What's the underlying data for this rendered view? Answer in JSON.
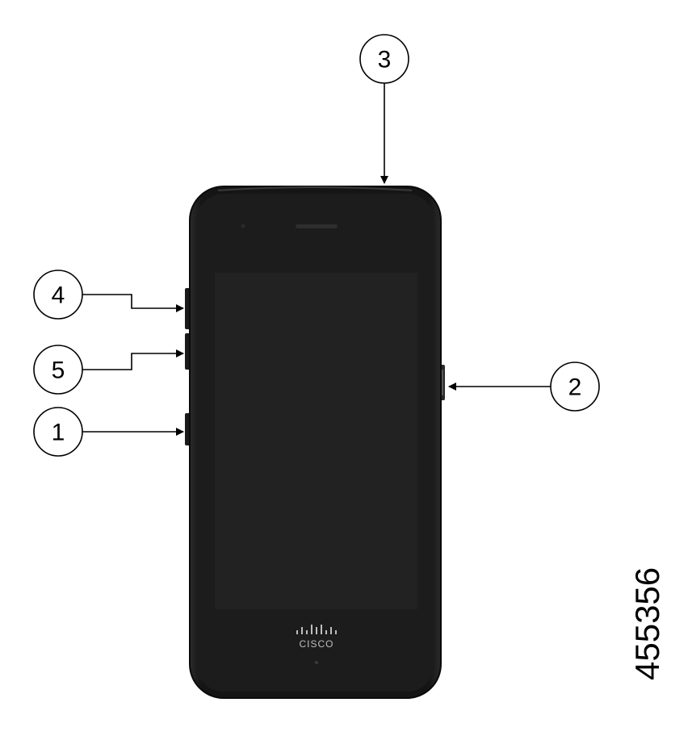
{
  "colors": {
    "phone_body": "#141414",
    "phone_bezel": "#1e1e1e",
    "phone_screen": "#202020",
    "phone_edge": "#2c2c2c",
    "side_button": "#1a1a1a",
    "logo": "#bdbdbd",
    "line": "#000000"
  },
  "callouts": [
    {
      "id": "1",
      "label": "1",
      "target": "side-button-lower-left"
    },
    {
      "id": "2",
      "label": "2",
      "target": "side-button-right"
    },
    {
      "id": "3",
      "label": "3",
      "target": "top-edge"
    },
    {
      "id": "4",
      "label": "4",
      "target": "volume-up-button"
    },
    {
      "id": "5",
      "label": "5",
      "target": "volume-down-button"
    }
  ],
  "phone": {
    "brand": "CISCO",
    "logo_icon": "cisco-bridge-logo-icon"
  },
  "figure_id": "455356"
}
